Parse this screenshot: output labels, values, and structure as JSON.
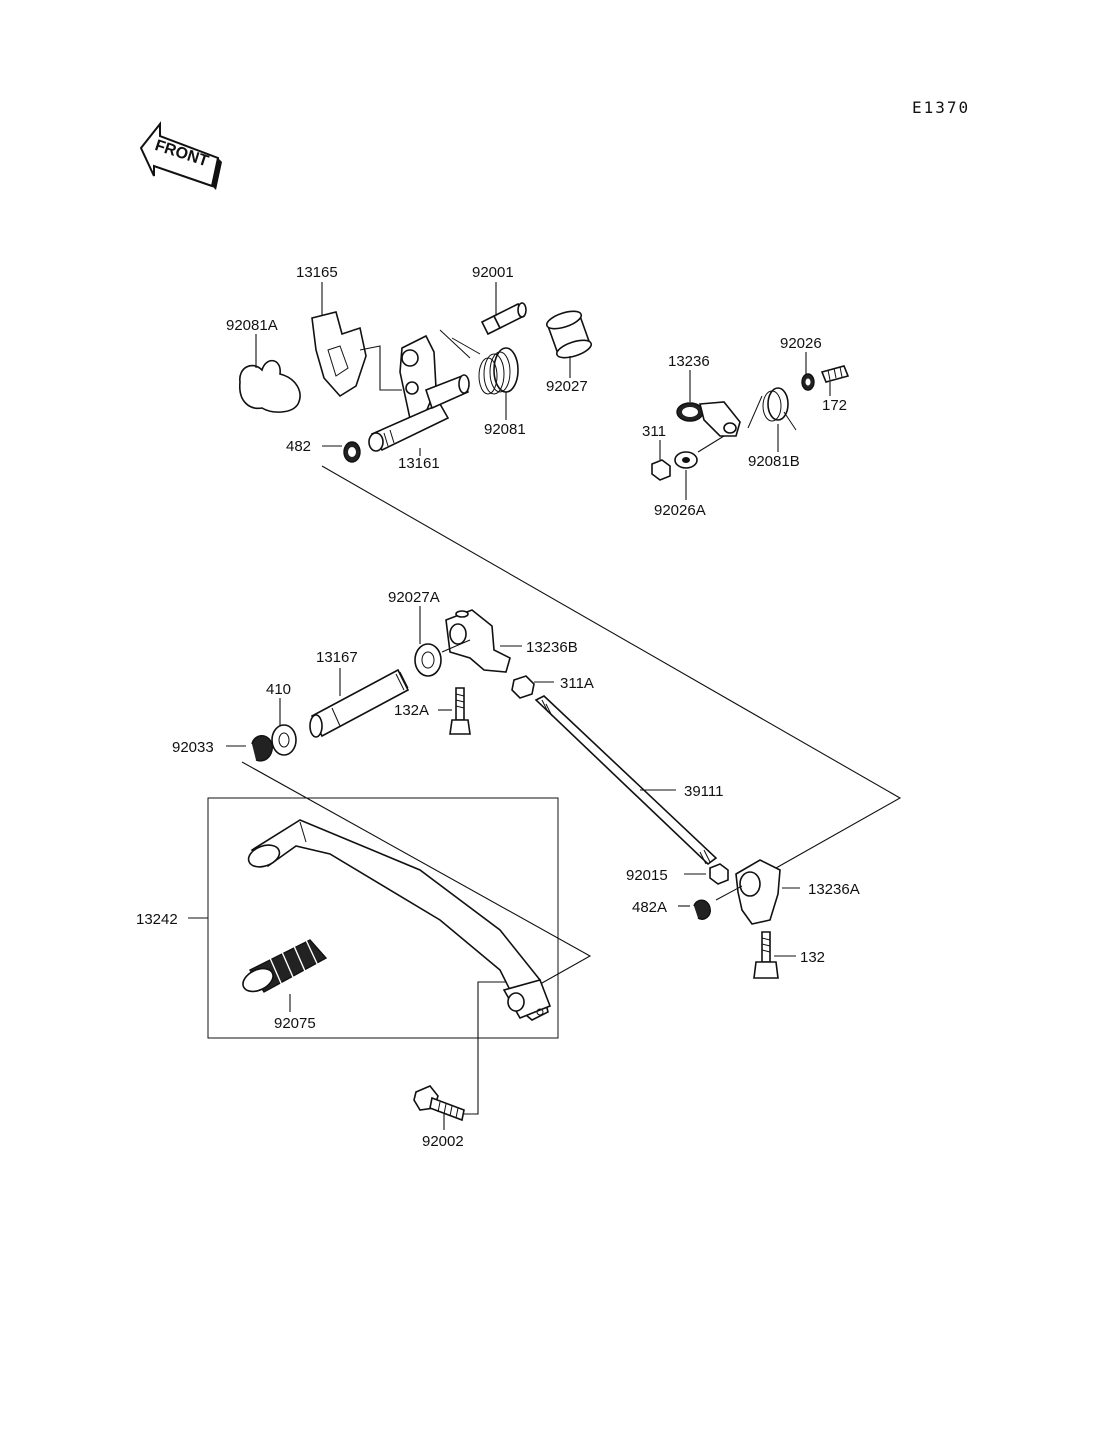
{
  "drawing_code": "E1370",
  "front_label": "FRONT",
  "parts": {
    "p13165": "13165",
    "p92001": "92001",
    "p92081A": "92081A",
    "p92027": "92027",
    "p92081": "92081",
    "p482": "482",
    "p13161": "13161",
    "p13236": "13236",
    "p92026": "92026",
    "p311": "311",
    "p172": "172",
    "p92081B": "92081B",
    "p92026A": "92026A",
    "p92027A": "92027A",
    "p13236B": "13236B",
    "p13167": "13167",
    "p311A": "311A",
    "p410": "410",
    "p132A": "132A",
    "p92033": "92033",
    "p39111": "39111",
    "p92015": "92015",
    "p13236A": "13236A",
    "p482A": "482A",
    "p13242": "13242",
    "p132": "132",
    "p92075": "92075",
    "p92002": "92002"
  }
}
